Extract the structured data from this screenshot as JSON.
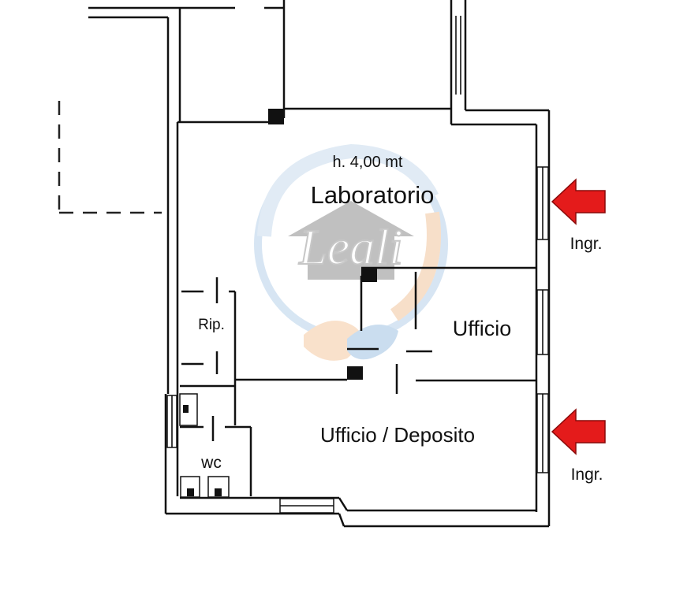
{
  "plan": {
    "height_note": "h. 4,00 mt",
    "rooms": {
      "laboratorio": "Laboratorio",
      "ufficio": "Ufficio",
      "ufficio_deposito": "Ufficio / Deposito",
      "ripostiglio": "Rip.",
      "wc": "wc"
    },
    "entrances": {
      "upper": "Ingr.",
      "lower": "Ingr."
    },
    "watermark": "Leali"
  },
  "colors": {
    "wall": "#111111",
    "arrow": "#e41b1b",
    "watermark_blue": "#9fc3e2",
    "watermark_orange": "#f5c9a2",
    "watermark_gray": "#8d8d8d"
  }
}
